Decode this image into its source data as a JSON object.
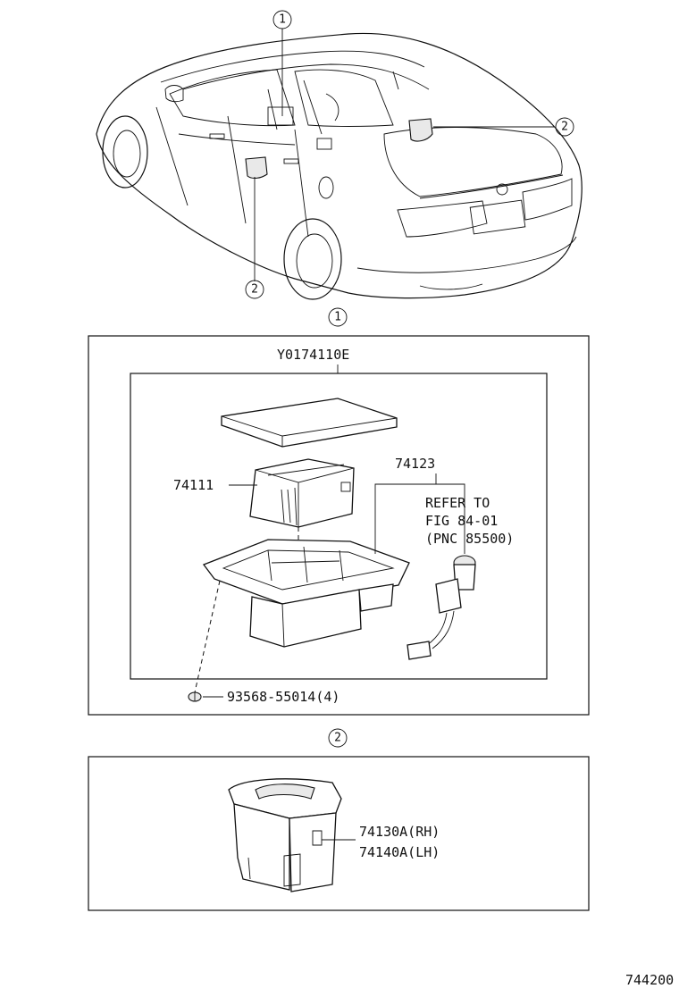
{
  "callouts": {
    "one": "1",
    "two": "2"
  },
  "section1": {
    "assembly_no": "Y0174110E",
    "parts": [
      {
        "no": "74111"
      },
      {
        "no": "74123"
      }
    ],
    "refer": {
      "line1": "REFER TO",
      "line2": "FIG 84-01",
      "line3": "(PNC 85500)"
    },
    "screw": "93568-55014(4)"
  },
  "section2": {
    "parts": [
      {
        "no": "74130A(RH)"
      },
      {
        "no": "74140A(LH)"
      }
    ]
  },
  "figure_id": "744200",
  "icons": [
    "car-overview-icon",
    "ashtray-assembly-icon",
    "cigarette-lighter-icon",
    "screw-icon",
    "rear-ashtray-icon"
  ]
}
